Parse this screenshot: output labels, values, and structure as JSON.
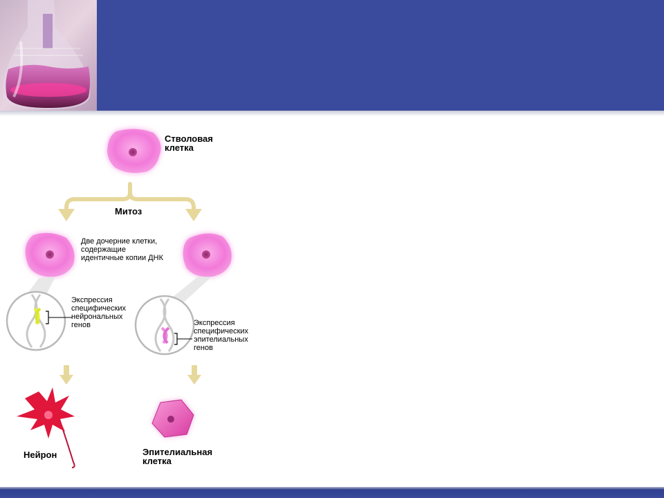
{
  "colors": {
    "header_band": "#3a4a9c",
    "cell_pink": "#f07ad8",
    "neuron_red": "#e0163a",
    "epithelial_pink": "#e84ab0",
    "arrow_tan": "#e6d79b",
    "gene_yellow": "#e8f03c",
    "gene_pink": "#ee8ee0"
  },
  "diagram": {
    "stem_cell_label": [
      "Стволовая",
      "клетка"
    ],
    "mitosis_label": "Митоз",
    "daughter_cells_label": [
      "Две дочерние клетки,",
      "содержащие",
      "идентичные копии ДНК"
    ],
    "neuronal_expression_label": [
      "Экспрессия",
      "специфических",
      "нейрональных",
      "генов"
    ],
    "epithelial_expression_label": [
      "Экспрессия",
      "специфических",
      "эпителиальных",
      "генов"
    ],
    "neuron_label": "Нейрон",
    "epithelial_cell_label": [
      "Эпителиальная",
      "клетка"
    ]
  }
}
